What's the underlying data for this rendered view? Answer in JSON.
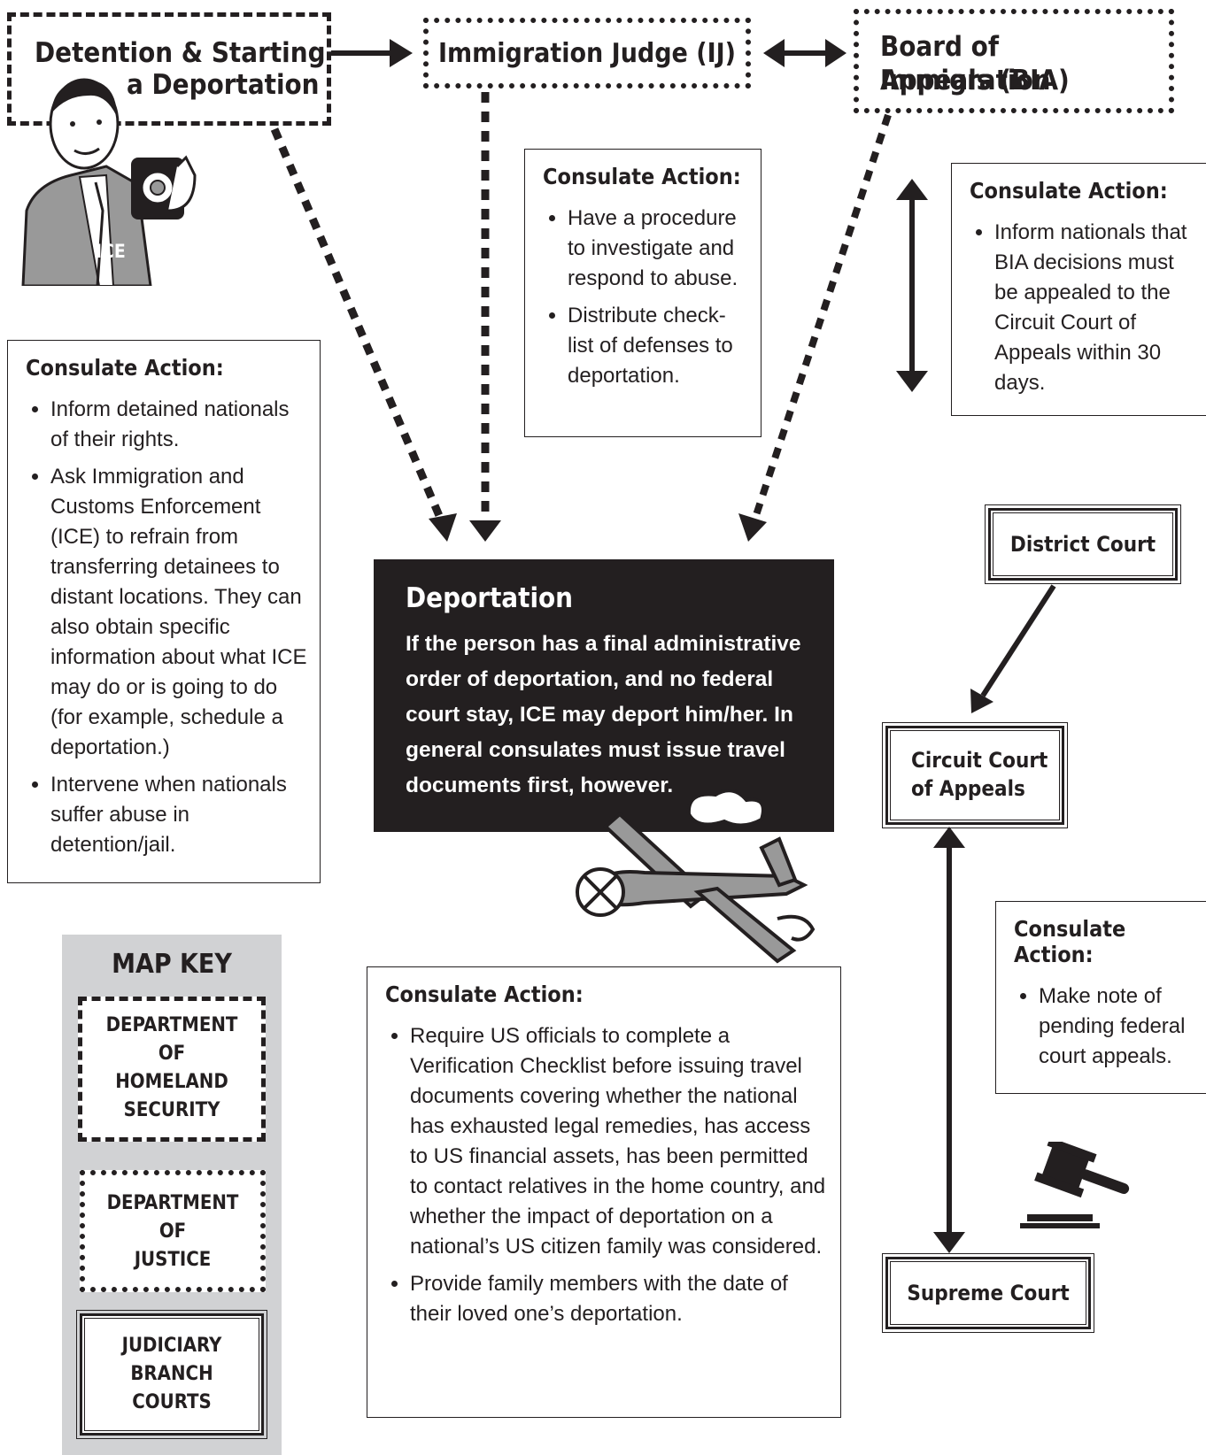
{
  "dhs_box": {
    "line1": "Detention & Starting",
    "line2": "a Deportation"
  },
  "ij_box": {
    "label": "Immigration Judge (IJ)"
  },
  "bia_box": {
    "line1": "Board of Immigration",
    "line2": "Appeals (BIA)"
  },
  "officer": {
    "badge_text": "ICE"
  },
  "consulate_ij": {
    "title": "Consulate Action:",
    "items": [
      "Have a procedure to investigate and respond to abuse.",
      "Distribute check-list of defenses to deportation."
    ]
  },
  "consulate_bia": {
    "title": "Consulate Action:",
    "items": [
      "Inform nationals that BIA decisions must be appealed to the Circuit Court of Appeals within 30 days."
    ]
  },
  "consulate_detention": {
    "title": "Consulate Action:",
    "items": [
      "Inform detained nationals of their rights.",
      "Ask Immigration and Customs Enforcement (ICE) to refrain from transferring detainees to distant locations. They can also obtain specific information about what ICE may do or is going to do (for example, schedule a deportation.)",
      "Intervene when nationals suffer abuse in detention/jail."
    ]
  },
  "deportation": {
    "title": "Deportation",
    "body": "If the person has a final administrative order of deportation, and no federal court stay, ICE may deport him/her. In general consulates must issue travel documents first, however."
  },
  "consulate_deportation": {
    "title": "Consulate Action:",
    "items": [
      "Require US officials to complete a Verification Checklist before issuing travel documents covering whether the national has exhausted legal remedies, has access to US financial assets, has been permitted to contact relatives in the home country, and whether the impact of deportation on a national’s US citizen family was considered.",
      "Provide family members with the date of their loved one’s deportation."
    ]
  },
  "courts": {
    "district": "District Court",
    "circuit_line1": "Circuit Court",
    "circuit_line2": "of Appeals",
    "supreme": "Supreme Court"
  },
  "consulate_courts": {
    "title": "Consulate Action:",
    "items": [
      "Make note of pending federal court appeals."
    ]
  },
  "map_key": {
    "title": "MAP KEY",
    "dhs": [
      "DEPARTMENT",
      "OF",
      "HOMELAND",
      "SECURITY"
    ],
    "doj": [
      "DEPARTMENT",
      "OF",
      "JUSTICE"
    ],
    "judiciary": [
      "JUDICIARY",
      "BRANCH",
      "COURTS"
    ]
  },
  "colors": {
    "ink": "#231f20",
    "deportation_bg": "#231f20",
    "key_bg": "#d1d2d4",
    "figure_gray": "#999999"
  }
}
